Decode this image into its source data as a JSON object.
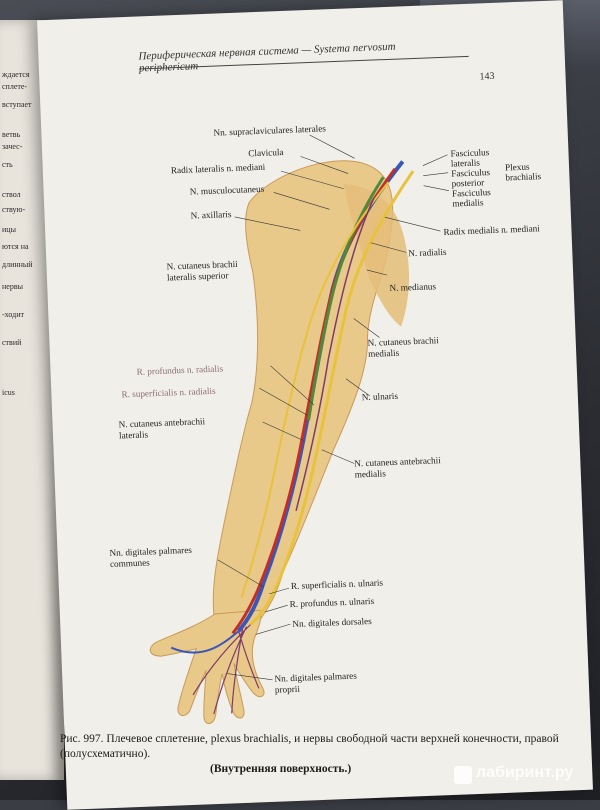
{
  "left_page": {
    "fragments": [
      "ждается",
      "сплете-",
      "вступает",
      "ветвь",
      "зачес-",
      "сть",
      "ствол",
      "ствую-",
      "ицы",
      "ются на",
      "длинный",
      "нервы",
      "-ходит",
      "ствий",
      "icus"
    ]
  },
  "header": {
    "running_head": "Периферическая нервная система — Systema nervosum periphericum",
    "page_number": "143"
  },
  "labels": {
    "supraclav": "Nn. supraclaviculares laterales",
    "clavicula": "Clavicula",
    "radix_lat": "Radix lateralis n. mediani",
    "musculocut": "N. musculocutaneus",
    "axillaris": "N. axillaris",
    "cut_brachii_lat_1": "N. cutaneus brachii",
    "cut_brachii_lat_2": "lateralis superior",
    "fasc_lat_1": "Fasciculus",
    "fasc_lat_2": "lateralis",
    "fasc_post_1": "Fasciculus",
    "fasc_post_2": "posterior",
    "fasc_med_1": "Fasciculus",
    "fasc_med_2": "medialis",
    "plexus_1": "Plexus",
    "plexus_2": "brachialis",
    "radix_med": "Radix medialis n. mediani",
    "radialis": "N. radialis",
    "medianus": "N. medianus",
    "cut_brachii_med_1": "N. cutaneus brachii",
    "cut_brachii_med_2": "medialis",
    "r_prof_radialis": "R. profundus n. radialis",
    "r_sup_radialis": "R. superficialis n. radialis",
    "cut_antebr_lat_1": "N. cutaneus antebrachii",
    "cut_antebr_lat_2": "lateralis",
    "ulnaris": "N. ulnaris",
    "cut_antebr_med_1": "N. cutaneus antebrachii",
    "cut_antebr_med_2": "medialis",
    "digit_palm_comm_1": "Nn. digitales palmares",
    "digit_palm_comm_2": "communes",
    "r_sup_ulnaris": "R. superficialis n. ulnaris",
    "r_prof_ulnaris": "R. profundus n. ulnaris",
    "digit_dors": "Nn. digitales dorsales",
    "digit_palm_prop_1": "Nn. digitales palmares",
    "digit_palm_prop_2": "proprii"
  },
  "caption": {
    "line1": "Рис. 997. Плечевое сплетение, plexus brachialis, и нервы свободной части верхней конечности, правой (полусхематично).",
    "line2": "(Внутренняя поверхность.)"
  },
  "watermark": "лабиринт.ру",
  "colors": {
    "skin": "#e9c98a",
    "nerve_yellow": "#e8c23c",
    "artery_red": "#c0302a",
    "vein_blue": "#3a57b8",
    "nerve_green": "#4f8a3a",
    "nerve_purple": "#7d3b6a"
  }
}
